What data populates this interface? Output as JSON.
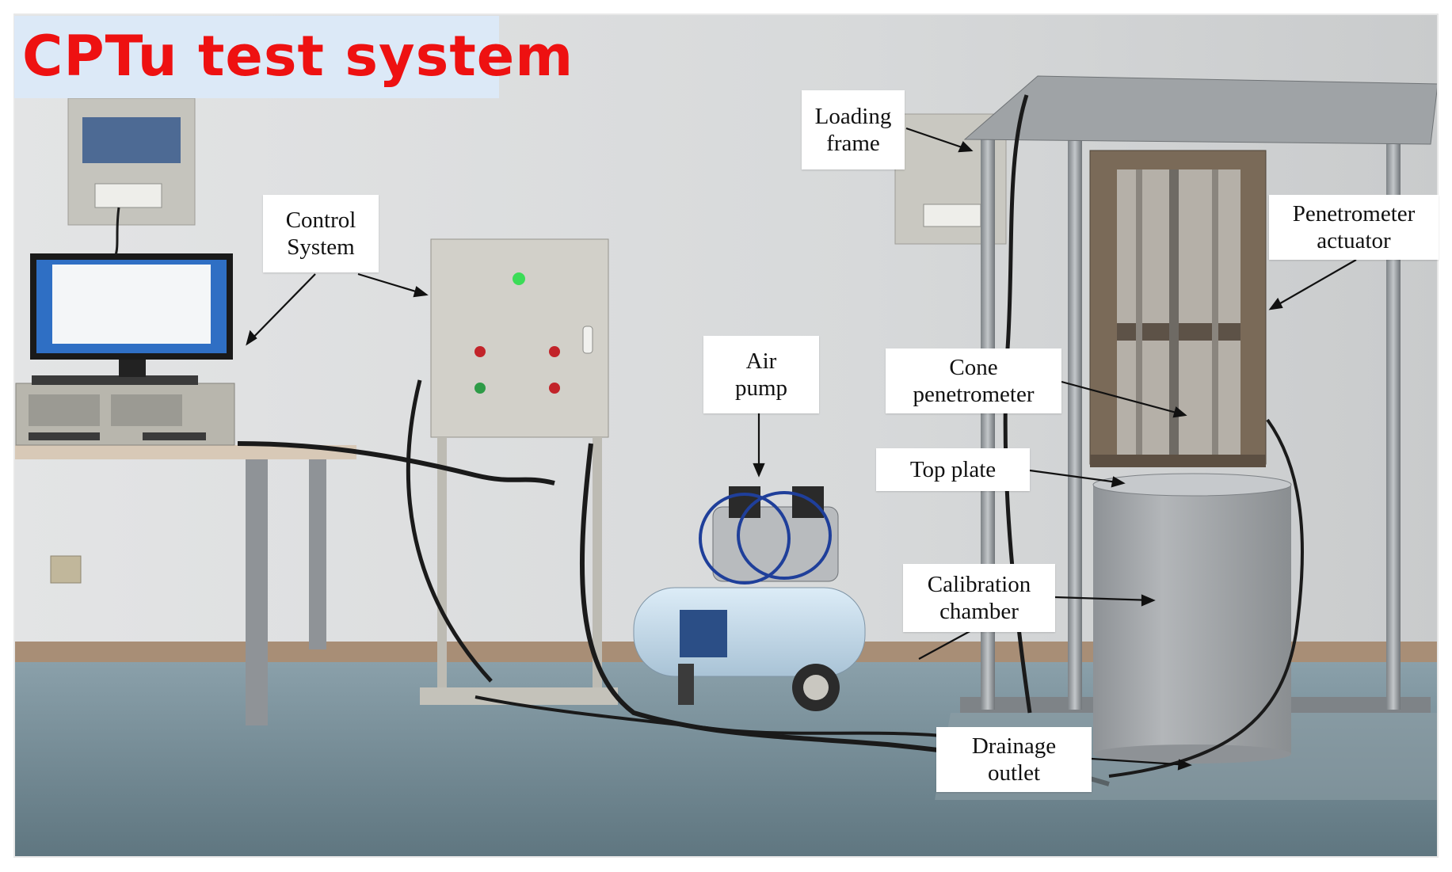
{
  "title": "CPTu test system",
  "colors": {
    "title_text": "#ee1111",
    "title_box": "#dce9f7",
    "wall": "#d9dadb",
    "floor": "#6f8792",
    "chamber": "#a3a7aa",
    "cabinet": "#d0cfc9",
    "compressor": "#c8dff0"
  },
  "labels": {
    "loading_frame": [
      "Loading",
      "frame"
    ],
    "control_system": [
      "Control",
      "System"
    ],
    "penetrometer_actuator": [
      "Penetrometer",
      "actuator"
    ],
    "air_pump": [
      "Air",
      "pump"
    ],
    "cone_penetrometer": [
      "Cone",
      "penetrometer"
    ],
    "top_plate": [
      "Top plate"
    ],
    "calibration_chamber": [
      "Calibration",
      "chamber"
    ],
    "drainage_outlet": [
      "Drainage",
      "outlet"
    ]
  }
}
